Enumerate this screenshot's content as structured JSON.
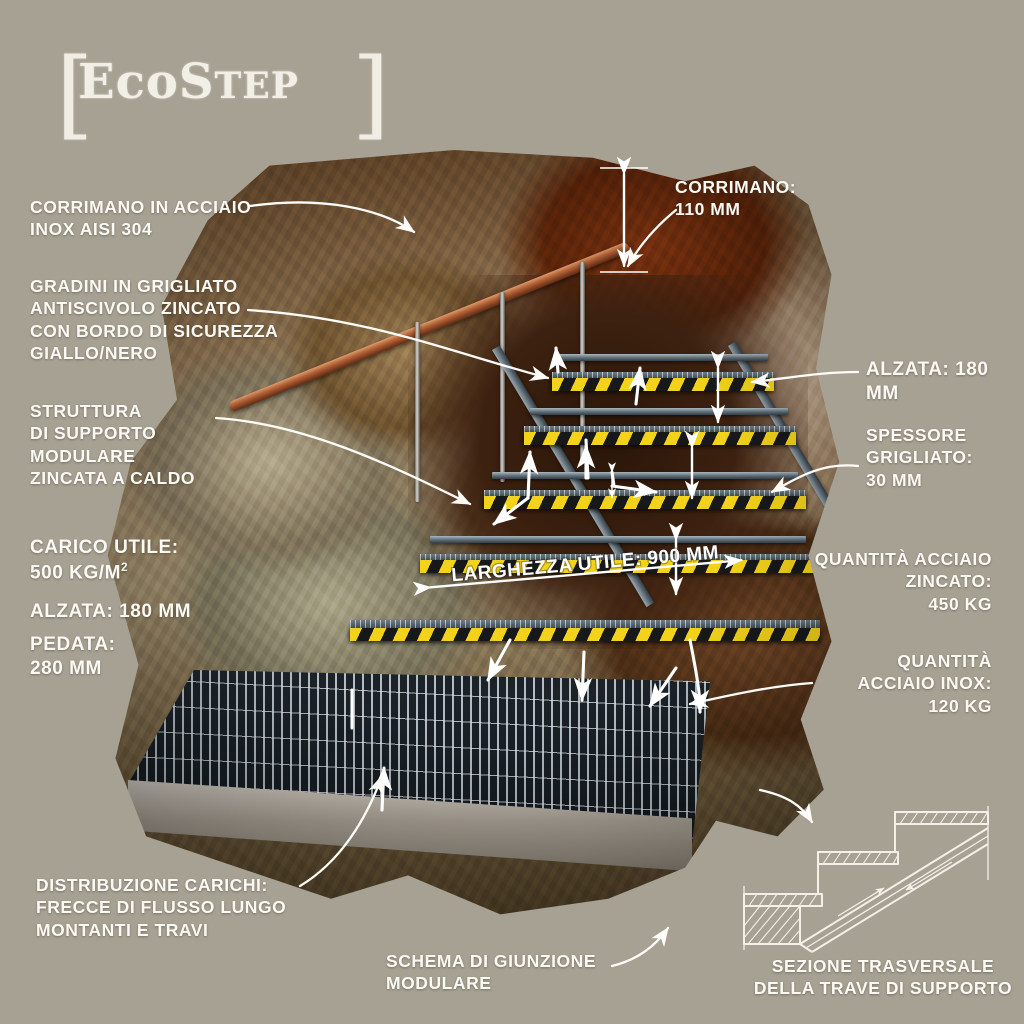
{
  "background_color": "#a7a193",
  "text_color": "#fbf9f4",
  "title": {
    "eco": "Eco",
    "step": "S",
    "step_rest": "TEP",
    "bracket_left": "[",
    "bracket_right": "]"
  },
  "annotations": {
    "handrail": "CORRIMANO IN ACCIAIO\nINOX AISI 304",
    "steps": "GRADINI IN GRIGLIATO\nANTISCIVOLO ZINCATO\nCON BORDO DI SICUREZZA\nGIALLO/NERO",
    "structure": "STRUTTURA\nDI SUPPORTO\nMODULARE\nZINCATA A CALDO",
    "load_capacity": "CARICO UTILE:",
    "load_capacity_value_a": "500 KG/M",
    "load_capacity_exp": "2",
    "riser_left": "ALZATA: 180 MM",
    "tread_left": "PEDATA:\n280 MM",
    "load_distribution": "DISTRIBUZIONE CARICHI:\nFRECCE DI FLUSSO LUNGO\nMONTANTI E TRAVI",
    "handrail_height": "CORRIMANO:\n110 MM",
    "riser_right": "ALZATA: 180 MM",
    "grating_thickness": "SPESSORE\nGRIGLIATO:\n30 MM",
    "galv_steel_qty": "QUANTITÀ ACCIAIO\nZINCATO:\n450 KG",
    "inox_steel_qty": "QUANTITÀ\nACCIAIO INOX:\n120 KG",
    "width_dimension": "LARGHEZZA UTILE: 900 MM",
    "joint_scheme_caption": "SCHEMA DI GIUNZIONE\nMODULARE",
    "section_caption": "SEZIONE TRASVERSALE\nDELLA TRAVE DI SUPPORTO"
  },
  "specifications": [
    {
      "label": "CORRIMANO",
      "value": "110 MM"
    },
    {
      "label": "ALZATA",
      "value": "180 MM"
    },
    {
      "label": "PEDATA",
      "value": "280 MM"
    },
    {
      "label": "LARGHEZZA UTILE",
      "value": "900 MM"
    },
    {
      "label": "SPESSORE GRIGLIATO",
      "value": "30 MM"
    },
    {
      "label": "CARICO UTILE",
      "value": "500 KG/M2"
    },
    {
      "label": "QUANTITA ACCIAIO ZINCATO",
      "value": "450 KG"
    },
    {
      "label": "QUANTITA ACCIAIO INOX",
      "value": "120 KG"
    }
  ],
  "materials": {
    "handrail": "ACCIAIO INOX AISI 304",
    "treads": "GRIGLIATO ANTISCIVOLO ZINCATO",
    "nosing": "BORDO DI SICUREZZA GIALLO/NERO",
    "structure": "MODULARE ZINCATA A CALDO"
  },
  "colors": {
    "nosing_yellow": "#f2d21a",
    "nosing_black": "#17181a",
    "handrail_copper": "#b5673a",
    "grating_steel": "#6f828f"
  }
}
